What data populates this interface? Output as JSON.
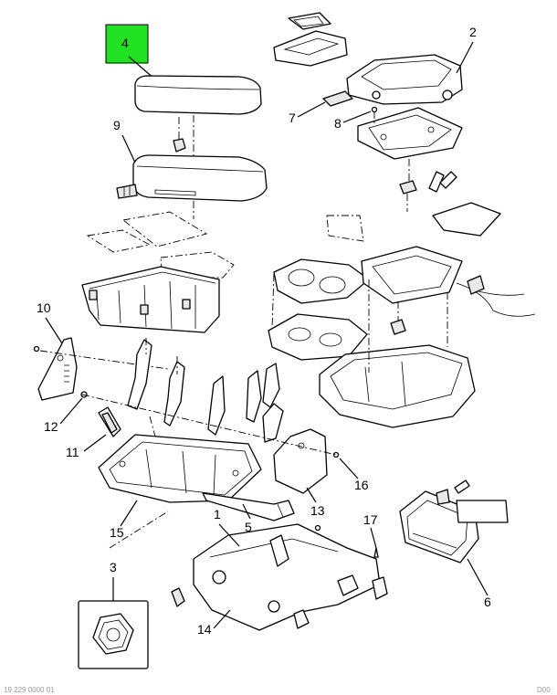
{
  "diagram": {
    "highlight_color": "#22e022",
    "line_color": "#000000",
    "callouts": {
      "c1": "1",
      "c2": "2",
      "c3": "3",
      "c4": "4",
      "c5": "5",
      "c6": "6",
      "c7": "7",
      "c8": "8",
      "c9": "9",
      "c10": "10",
      "c11": "11",
      "c12": "12",
      "c13": "13",
      "c14": "14",
      "c15": "15",
      "c16": "16",
      "c17": "17"
    },
    "highlighted_callout": "4",
    "footer_left": "19 229 0000 01",
    "footer_right": "D00"
  }
}
